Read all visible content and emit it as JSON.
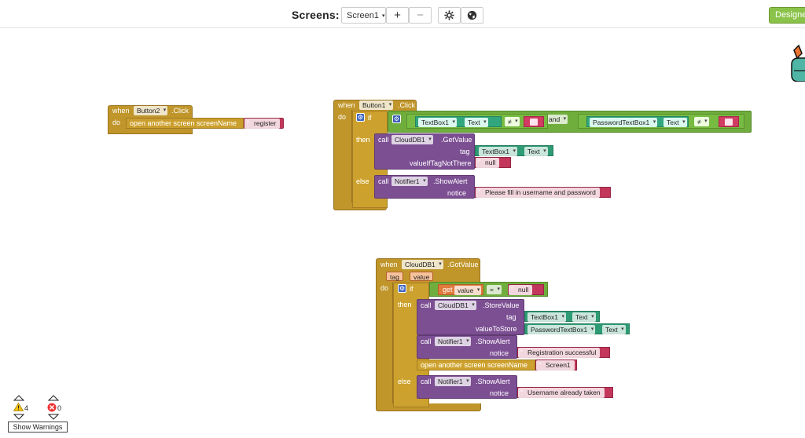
{
  "topbar": {
    "screens_label": "Screens:",
    "screen_select": "Screen1",
    "add_screen": "+",
    "remove_screen": "−",
    "designer_label": "Designer"
  },
  "block1": {
    "when": "when",
    "component": "Button2",
    "event": ".Click",
    "do": "do",
    "open": "open another screen",
    "screen_name": "screenName",
    "value": "register"
  },
  "block2": {
    "when": "when",
    "component": "Button1",
    "event": ".Click",
    "do": "do",
    "if": "if",
    "then": "then",
    "else": "else",
    "textbox1": "TextBox1",
    "text": "Text",
    "neq": "≠",
    "and": "and",
    "passwordtextbox1": "PasswordTextBox1",
    "text2": "Text",
    "neq2": "≠",
    "call": "call",
    "clouddb": "CloudDB1",
    "getvalue": ".GetValue",
    "tag": "tag",
    "tag_textbox": "TextBox1",
    "tag_text": "Text",
    "valueiftagnotthere": "valueIfTagNotThere",
    "null": "null",
    "call2": "call",
    "notifier": "Notifier1",
    "showalert": ".ShowAlert",
    "notice": "notice",
    "message": "Please fill in username and password"
  },
  "block3": {
    "when": "when",
    "component": "CloudDB1",
    "event": ".GotValue",
    "param_tag": "tag",
    "param_value": "value",
    "do": "do",
    "if": "if",
    "then": "then",
    "else": "else",
    "get": "get",
    "get_var": "value",
    "eq": "=",
    "null": "null",
    "call": "call",
    "clouddb": "CloudDB1",
    "storevalue": ".StoreValue",
    "tag": "tag",
    "tag_textbox": "TextBox1",
    "tag_text": "Text",
    "valuetostore": "valueToStore",
    "vts_comp": "PasswordTextBox1",
    "vts_text": "Text",
    "call2": "call",
    "notifier": "Notifier1",
    "showalert": ".ShowAlert",
    "notice": "notice",
    "message1": "Registration successful",
    "open": "open another screen",
    "screen_name": "screenName",
    "screen_value": "Screen1",
    "call3": "call",
    "notifier2": "Notifier1",
    "showalert2": ".ShowAlert",
    "notice2": "notice",
    "message2": "Username already taken"
  },
  "warnings": {
    "warn_count": "4",
    "error_count": "0",
    "show_warnings": "Show Warnings"
  }
}
